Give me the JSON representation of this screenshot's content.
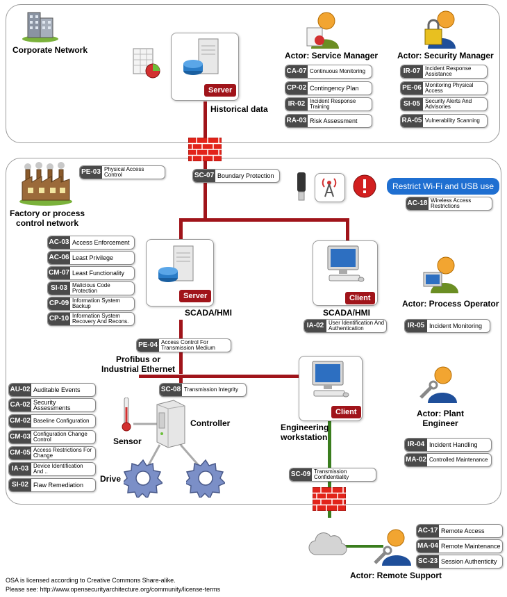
{
  "zones": {
    "corporate": "Corporate Network",
    "factory": "Factory or process\ncontrol network"
  },
  "labels": {
    "historical": "Historical data",
    "scada_hmi_server": "SCADA/HMI",
    "scada_hmi_client": "SCADA/HMI",
    "profibus": "Profibus or\nIndustrial Ethernet",
    "controller": "Controller",
    "sensor": "Sensor",
    "drive": "Drive",
    "eng_ws": "Engineering\nworkstation",
    "actor_service_manager": "Actor: Service Manager",
    "actor_security_manager": "Actor: Security Manager",
    "actor_process_operator": "Actor: Process Operator",
    "actor_plant_engineer": "Actor: Plant\nEngineer",
    "actor_remote_support": "Actor: Remote Support",
    "restrict": "Restrict Wi-Fi and USB use"
  },
  "badges": {
    "server_corp": "Server",
    "server_scada": "Server",
    "client_scada": "Client",
    "client_eng": "Client"
  },
  "controls": {
    "ca07": {
      "code": "CA-07",
      "text": "Continuous Monitoring"
    },
    "cp02": {
      "code": "CP-02",
      "text": "Contingency Plan"
    },
    "ir02": {
      "code": "IR-02",
      "text": "Incident Response Training"
    },
    "ra03": {
      "code": "RA-03",
      "text": "Risk Assessment"
    },
    "ir07": {
      "code": "IR-07",
      "text": "Incident Response Assistance"
    },
    "pe06": {
      "code": "PE-06",
      "text": "Monitoring Physical Access"
    },
    "si05": {
      "code": "SI-05",
      "text": "Security Alerts And Advisories"
    },
    "ra05": {
      "code": "RA-05",
      "text": "Vulnerability Scanning"
    },
    "pe03": {
      "code": "PE-03",
      "text": "Physical Access Control"
    },
    "sc07": {
      "code": "SC-07",
      "text": "Boundary Protection"
    },
    "ac18": {
      "code": "AC-18",
      "text": "Wireless Access Restrictions"
    },
    "ac03": {
      "code": "AC-03",
      "text": "Access Enforcement"
    },
    "ac06": {
      "code": "AC-06",
      "text": "Least Privilege"
    },
    "cm07": {
      "code": "CM-07",
      "text": "Least Functionality"
    },
    "si03": {
      "code": "SI-03",
      "text": "Malicious Code Protection"
    },
    "cp09": {
      "code": "CP-09",
      "text": "Information System Backup"
    },
    "cp10": {
      "code": "CP-10",
      "text": "Information System Recovery And Recons."
    },
    "ia02": {
      "code": "IA-02",
      "text": "User Identification And Authentication"
    },
    "ir05": {
      "code": "IR-05",
      "text": "Incident Monitoring"
    },
    "pe04": {
      "code": "PE-04",
      "text": "Access Control For Transmission Medium"
    },
    "sc08": {
      "code": "SC-08",
      "text": "Transmission Integrity"
    },
    "au02": {
      "code": "AU-02",
      "text": "Auditable Events"
    },
    "ca02": {
      "code": "CA-02",
      "text": "Security Assessments"
    },
    "cm02": {
      "code": "CM-02",
      "text": "Baseline Configuration"
    },
    "cm03": {
      "code": "CM-03",
      "text": "Configuration Change Control"
    },
    "cm05": {
      "code": "CM-05",
      "text": "Access Restrictions For Change"
    },
    "ia03": {
      "code": "IA-03",
      "text": "Device Identification And .."
    },
    "si02": {
      "code": "SI-02",
      "text": "Flaw Remediation"
    },
    "ir04": {
      "code": "IR-04",
      "text": "Incident Handling"
    },
    "ma02": {
      "code": "MA-02",
      "text": "Controlled Maintenance"
    },
    "sc09": {
      "code": "SC-09",
      "text": "Transmission Confidentiality"
    },
    "ac17": {
      "code": "AC-17",
      "text": "Remote Access"
    },
    "ma04": {
      "code": "MA-04",
      "text": "Remote Maintenance"
    },
    "sc23": {
      "code": "SC-23",
      "text": "Session Authenticity"
    }
  },
  "footer": {
    "line1": "OSA is licensed according to Creative Commons Share-alike.",
    "line2": "Please see: http://www.opensecurityarchitecture.org/community/license-terms"
  },
  "colors": {
    "network_line": "#a0141a",
    "remote_line": "#3a7d1e",
    "restrict_button": "#1f6fd1",
    "code_tag": "#4a4a4a"
  }
}
